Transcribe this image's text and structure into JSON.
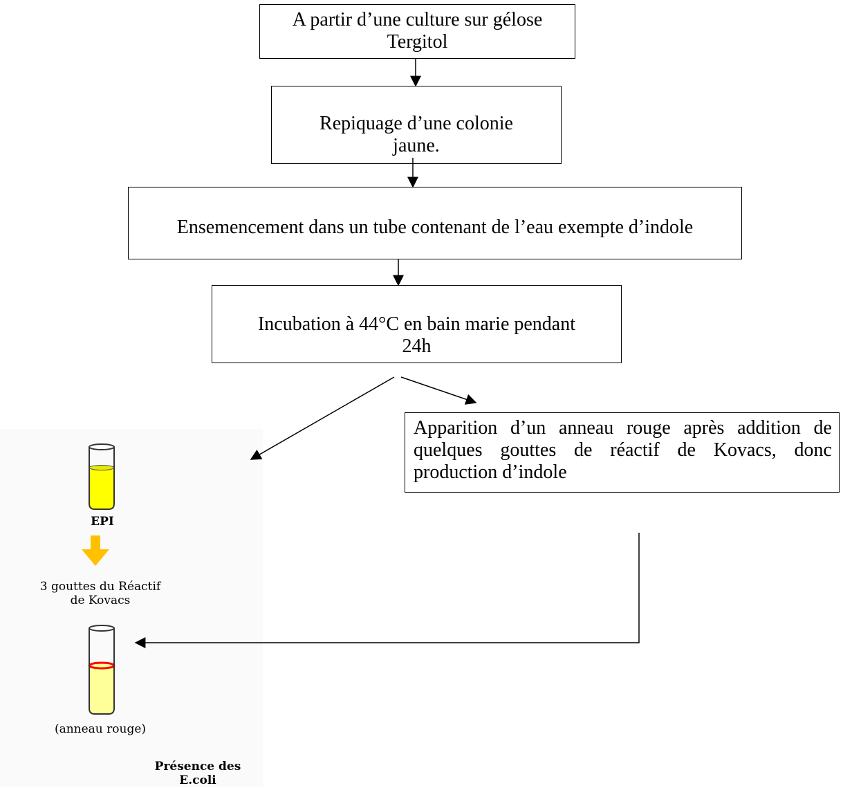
{
  "flow": {
    "step1": [
      "A partir d’une culture sur gélose",
      "Tergitol"
    ],
    "step2": [
      "Repiquage d’une colonie",
      "jaune."
    ],
    "step3": [
      "Ensemencement dans un tube contenant de l’eau exempte d’indole"
    ],
    "step4": [
      "Incubation à 44°C en bain marie pendant",
      "24h"
    ],
    "result": "Apparition d’un anneau rouge après addition de quelques gouttes de réactif de Kovacs, donc production d’indole"
  },
  "figure": {
    "tube1_label": "EPI",
    "reagent_label": [
      "3 gouttes du Réactif",
      "de Kovacs"
    ],
    "ring_label": "(anneau rouge)",
    "conclusion": [
      "Présence des",
      "E.coli"
    ]
  },
  "colors": {
    "medium_yellow": "#ffff00",
    "medium_pale_yellow": "#ffff99",
    "arrow_yellow": "#ffc000",
    "ring_red": "#ff0000"
  }
}
